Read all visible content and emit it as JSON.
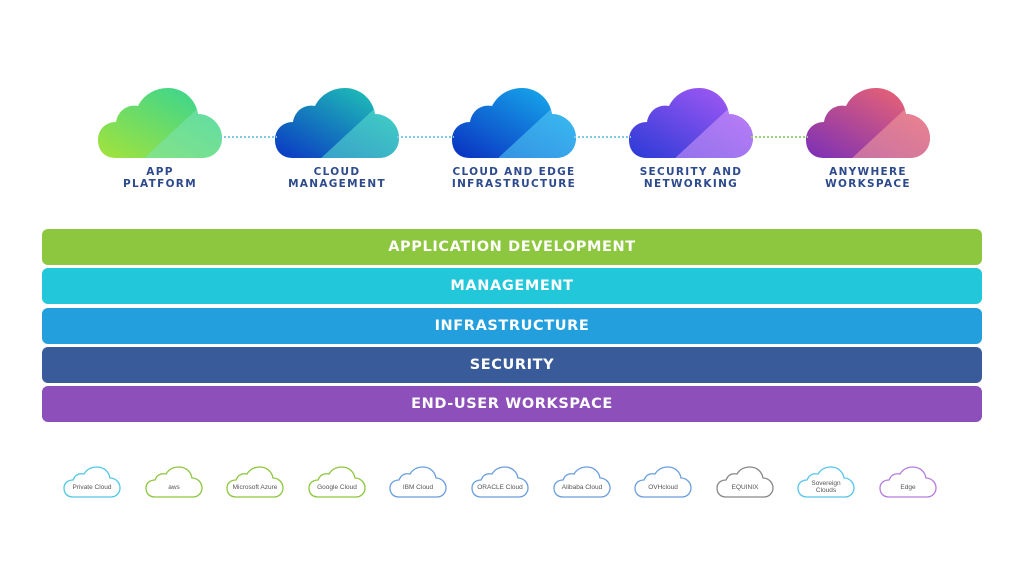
{
  "pillars": [
    {
      "line1": "APP",
      "line2": "PLATFORM",
      "gradient": [
        "#a4e33a",
        "#2dd39a"
      ],
      "highlight": "#7be3b8"
    },
    {
      "line1": "CLOUD",
      "line2": "MANAGEMENT",
      "gradient": [
        "#0a36c4",
        "#22d3b4"
      ],
      "highlight": "#5ce0d0"
    },
    {
      "line1": "CLOUD AND EDGE",
      "line2": "INFRASTRUCTURE",
      "gradient": [
        "#0a2fc0",
        "#18b8f0"
      ],
      "highlight": "#58d0f8"
    },
    {
      "line1": "SECURITY AND",
      "line2": "NETWORKING",
      "gradient": [
        "#2a3ad6",
        "#b05cf8"
      ],
      "highlight": "#d49cfa"
    },
    {
      "line1": "ANYWHERE",
      "line2": "WORKSPACE",
      "gradient": [
        "#7a2fb8",
        "#f86a6a"
      ],
      "highlight": "#f4a0a0"
    }
  ],
  "connector_colors": [
    "#7ec8e8",
    "#7ec8e8",
    "#7ec8e8",
    "#9ad07a"
  ],
  "layers": [
    {
      "label": "APPLICATION DEVELOPMENT",
      "color": "#8dc63f"
    },
    {
      "label": "MANAGEMENT",
      "color": "#22c7da"
    },
    {
      "label": "INFRASTRUCTURE",
      "color": "#239fdd"
    },
    {
      "label": "SECURITY",
      "color": "#3a5b9a"
    },
    {
      "label": "END-USER WORKSPACE",
      "color": "#8d4fba"
    }
  ],
  "clouds": [
    {
      "label": "Private Cloud",
      "color": "#4fc8e6"
    },
    {
      "label": "aws",
      "color": "#8dc63f"
    },
    {
      "label": "Microsoft Azure",
      "color": "#8dc63f"
    },
    {
      "label": "Google Cloud",
      "color": "#8dc63f"
    },
    {
      "label": "IBM Cloud",
      "color": "#6a9ee0"
    },
    {
      "label": "ORACLE Cloud",
      "color": "#6a9ee0"
    },
    {
      "label": "Alibaba Cloud",
      "color": "#6a9ee0"
    },
    {
      "label": "OVHcloud",
      "color": "#6a9ee0"
    },
    {
      "label": "EQUINIX",
      "color": "#888888"
    },
    {
      "label": "Sovereign Clouds",
      "color": "#58c4ee"
    },
    {
      "label": "Edge",
      "color": "#b27de0"
    }
  ]
}
